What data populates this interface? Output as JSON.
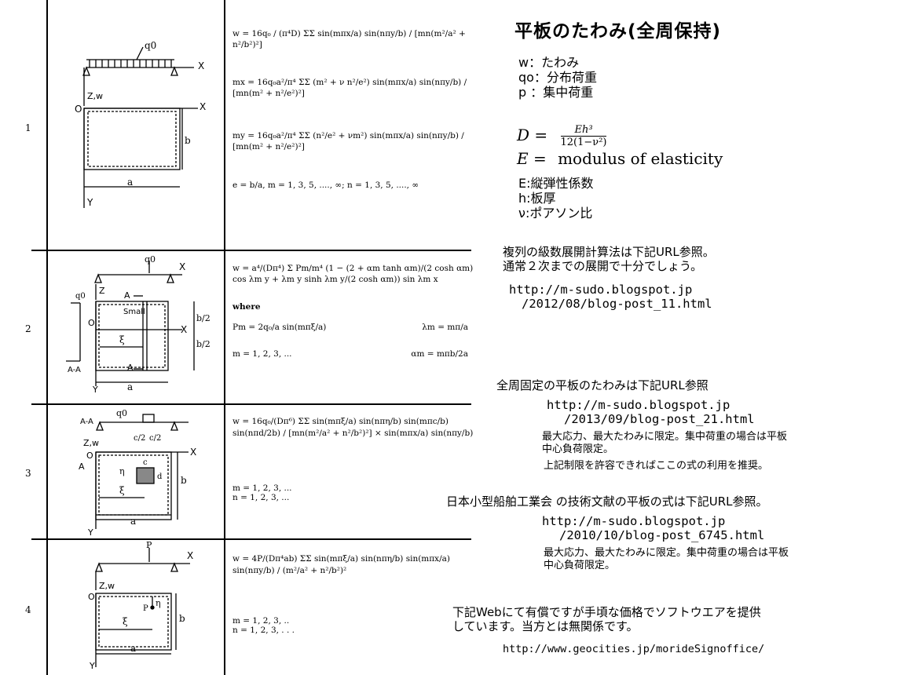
{
  "title": "平板のたわみ(全周保持)",
  "legend": {
    "w": "w：たわみ",
    "q0": "qo：分布荷重",
    "p": "p ：集中荷重"
  },
  "equations": {
    "D_lhs": "D =",
    "D_num": "Eh³",
    "D_den": "12(1−ν²)",
    "E_lhs": "E =",
    "E_rhs": "modulus of elasticity"
  },
  "symbols": {
    "E": "E:縦弾性係数",
    "h": "h:板厚",
    "nu": "ν:ポアソン比"
  },
  "notes": {
    "series_1": "複列の級数展開計算法は下記URL参照。",
    "series_2": "通常２次までの展開で十分でしょう。",
    "url_1a": "http://m-sudo.blogspot.jp",
    "url_1b": "/2012/08/blog-post_11.html",
    "fixed_1": "全周固定の平板のたわみは下記URL参照",
    "url_2a": "http://m-sudo.blogspot.jp",
    "url_2b": "/2013/09/blog-post_21.html",
    "limit_1a": "最大応力、最大たわみに限定。集中荷重の場合は平板",
    "limit_1b": "中心負荷限定。",
    "limit_1c": "上記制限を許容できればここの式の利用を推奨。",
    "jp_1": "日本小型船舶工業会 の技術文献の平板の式は下記URL参照。",
    "url_3a": "http://m-sudo.blogspot.jp",
    "url_3b": "/2010/10/blog-post_6745.html",
    "limit_2a": "最大応力、最大たわみに限定。集中荷重の場合は平板",
    "limit_2b": "中心負荷限定。",
    "soft_1": "下記Webにて有償ですが手頃な価格でソフトウエアを提供",
    "soft_2": "しています。当方とは無関係です。",
    "url_4": "http://www.geocities.jp/morideSignoffice/"
  },
  "rows": [
    {
      "num": "1"
    },
    {
      "num": "2"
    },
    {
      "num": "3"
    },
    {
      "num": "4"
    }
  ],
  "diagram_labels": {
    "q0": "q0",
    "X": "X",
    "Y": "Y",
    "Zw": "Z,w",
    "Z": "Z",
    "O": "O",
    "a": "a",
    "b": "b",
    "b2": "b/2",
    "A": "A",
    "AA": "A-A",
    "Small": "Small",
    "xi": "ξ",
    "eta": "η",
    "c": "c",
    "c2": "c/2",
    "d": "d",
    "P": "P"
  },
  "formulas": {
    "r1_w": "w = 16q₀ / (π⁴D) ΣΣ sin(mπx/a) sin(nπy/b) / [mn(m²/a² + n²/b²)²]",
    "r1_mx": "mx = 16q₀a²/π⁴ ΣΣ (m² + ν n²/e²) sin(mπx/a) sin(nπy/b) / [mn(m² + n²/e²)²]",
    "r1_my": "my = 16q₀a²/π⁴ ΣΣ (n²/e² + νm²) sin(mπx/a) sin(nπy/b) / [mn(m² + n²/e²)²]",
    "r1_e": "e = b/a,  m = 1, 3, 5, ...., ∞;        n = 1, 3, 5, ...., ∞",
    "r2_w": "w = a⁴/(Dπ⁴) Σ Pm/m⁴ (1 − (2 + αm tanh αm)/(2 cosh αm) cos λm y + λm y sinh λm y/(2 cosh αm)) sin λm x",
    "r2_where": "where",
    "r2_pm": "Pm = 2q₀/a sin(mπξ/a)",
    "r2_lm": "λm = mπ/a",
    "r2_m": "m = 1, 2, 3, ...",
    "r2_am": "αm = mπb/2a",
    "r3_w": "w = 16q₀/(Dπ⁶) ΣΣ sin(mπξ/a) sin(nπη/b) sin(mπc/b) sin(nπd/2b) / [mn(m²/a² + n²/b²)²] × sin(mπx/a) sin(nπy/b)",
    "r3_m": "m = 1, 2, 3, ...",
    "r3_n": "n = 1, 2, 3, ...",
    "r4_w": "w = 4P/(Dπ⁴ab) ΣΣ sin(mπξ/a) sin(nπη/b) sin(mπx/a) sin(nπy/b) / (m²/a² + n²/b²)²",
    "r4_m": "m = 1, 2, 3, ..",
    "r4_n": "n = 1, 2, 3, . . ."
  }
}
